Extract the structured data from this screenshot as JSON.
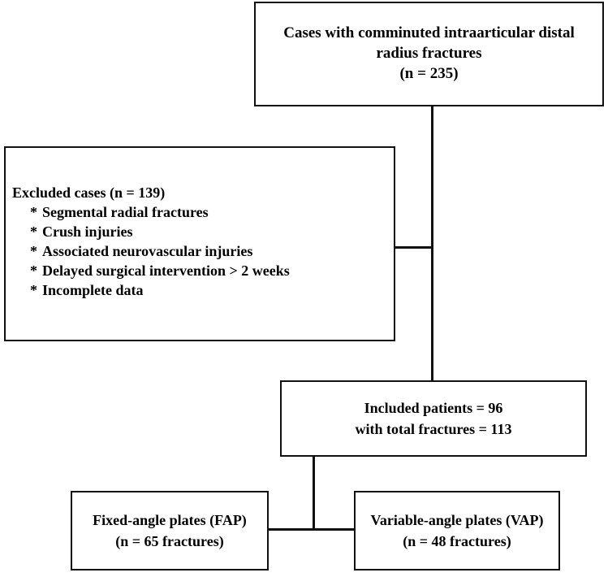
{
  "diagram": {
    "type": "flowchart",
    "kind": "patient-selection-consort-flow",
    "colors": {
      "stroke": "#111111",
      "background": "#ffffff",
      "text": "#000000"
    },
    "nodes": {
      "source": {
        "name": "source-cohort",
        "line1": "Cases with comminuted intraarticular distal radius fractures",
        "line2": "(n = 235)"
      },
      "excluded": {
        "name": "excluded-cases",
        "heading": "Excluded cases (n = 139)",
        "bullet_glyph": "*",
        "items": [
          "Segmental radial fractures",
          "Crush injuries",
          "Associated neurovascular injuries",
          "Delayed surgical intervention > 2 weeks",
          "Incomplete data"
        ]
      },
      "included": {
        "name": "included-patients",
        "line1": "Included patients = 96",
        "line2": "with total fractures = 113"
      },
      "fap": {
        "name": "fixed-angle-plates-arm",
        "line1": "Fixed-angle plates (FAP)",
        "line2": "(n = 65 fractures)"
      },
      "vap": {
        "name": "variable-angle-plates-arm",
        "line1": "Variable-angle plates (VAP)",
        "line2": "(n = 48 fractures)"
      }
    },
    "counts": {
      "screened": 235,
      "excluded": 139,
      "included_patients": 96,
      "included_fractures": 113,
      "fap_fractures": 65,
      "vap_fractures": 48
    }
  }
}
